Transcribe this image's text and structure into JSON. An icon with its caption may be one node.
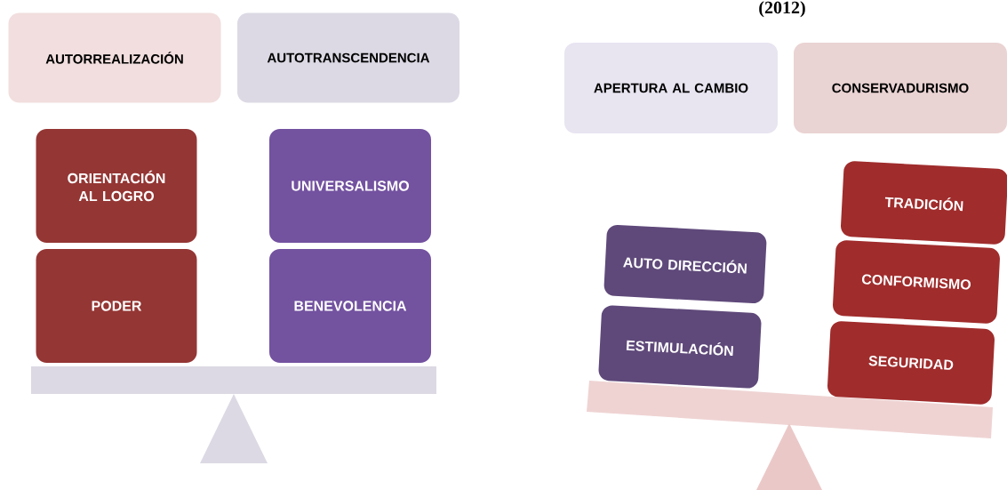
{
  "diagram": {
    "nodes": [
      {
        "text": [
          "AUTORREALIZACIÓN"
        ]
      },
      {
        "text": [
          "AUTOTRANSCENDENCIA"
        ]
      },
      {
        "text": [
          "ORIENTACIÓN AL LOGRO"
        ]
      },
      {
        "text": [
          "PODER"
        ]
      },
      {
        "text": [
          "UNIVERSALISMO"
        ]
      },
      {
        "text": [
          "BENEVOLENCIA"
        ]
      },
      {
        "text": [
          "APERTURA AL CAMBIO"
        ]
      },
      {
        "text": [
          "CONSERVADURISMO"
        ]
      },
      {
        "text": [
          "AUTO DIRECCIÓN"
        ]
      },
      {
        "text": [
          "ESTIMULACIÓN"
        ]
      },
      {
        "text": [
          "TRADICIÓN"
        ]
      },
      {
        "text": [
          "CONFORMISMO"
        ]
      },
      {
        "text": [
          "SEGURIDAD"
        ]
      }
    ],
    "edges": [],
    "labels": [
      "(2012)"
    ]
  }
}
